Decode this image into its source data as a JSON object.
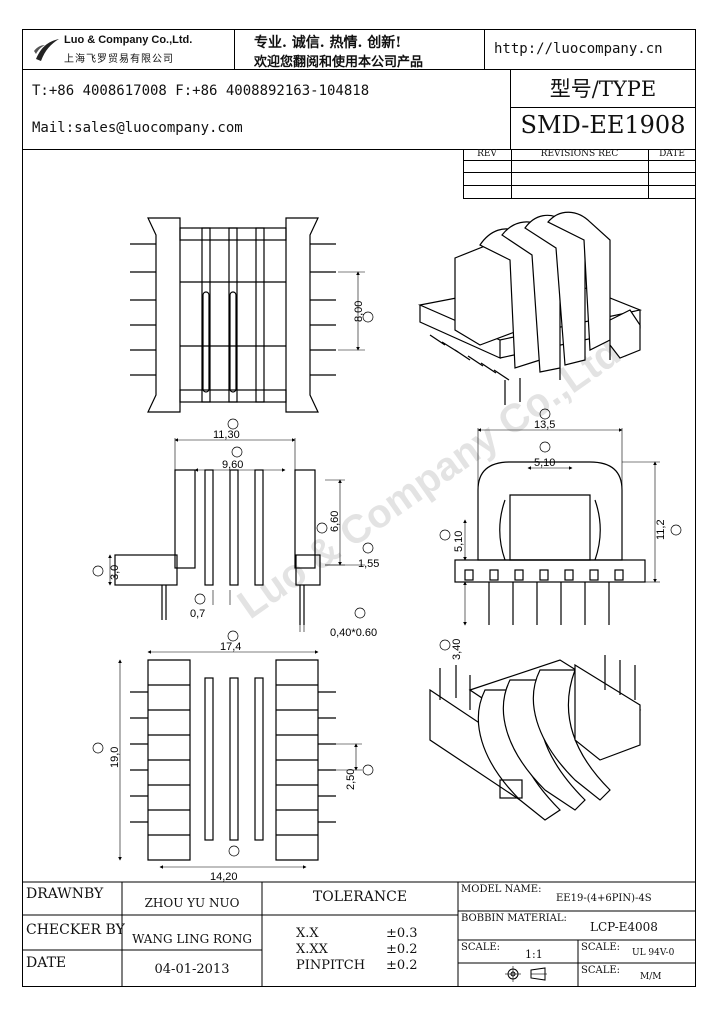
{
  "header": {
    "company_en": "Luo & Company Co.,Ltd.",
    "company_cn": "上海飞罗贸易有限公司",
    "slogan_1": "专业. 诚信.  热情.  创新!",
    "slogan_2": "欢迎您翻阅和使用本公司产品",
    "url": "http://luocompany.cn",
    "phone_fax": "T:+86 4008617008 F:+86 4008892163-104818",
    "mail": "Mail:sales@luocompany.com",
    "type_label": "型号/TYPE",
    "model": "SMD-EE1908"
  },
  "revisions": {
    "rev": "REV",
    "rec": "REVISIONS REC",
    "date": "DATE"
  },
  "dimensions": {
    "E": "11,30",
    "F": "9,60",
    "H": "8,00",
    "H2": "6,60",
    "J": "3,0",
    "L": "1,55",
    "K": "0,7",
    "C": "0,40*0.60",
    "I": "13,5",
    "G2": "5,10",
    "G": "5,10",
    "D": "11,2",
    "Lb": "3,40",
    "M": "17,4",
    "N": "19,0",
    "B": "2,50",
    "A": "14,20"
  },
  "watermark": "Luo & Company Co.,Ltd.",
  "footer": {
    "drawnby_label": "DRAWNBY",
    "drawnby": "ZHOU YU NUO",
    "checker_label": "CHECKER BY",
    "checker": "WANG LING RONG",
    "date_label": "DATE",
    "date": "04-01-2013",
    "tolerance_label": "TOLERANCE",
    "tol_xx_label": "X.X",
    "tol_xx": "±0.3",
    "tol_xxx_label": "X.XX",
    "tol_xxx": "±0.2",
    "tol_pin_label": "PINPITCH",
    "tol_pin": "±0.2",
    "model_name_label": "MODEL NAME:",
    "model_name": "EE19-(4+6PIN)-4S",
    "bobbin_label": "BOBBIN MATERIAL:",
    "bobbin": "LCP-E4008",
    "scale_label": "SCALE:",
    "scale": "1:1",
    "scale2_label": "SCALE:",
    "scale2": "UL 94V-0",
    "scale3_label": "SCALE:",
    "scale3": "M/M"
  }
}
